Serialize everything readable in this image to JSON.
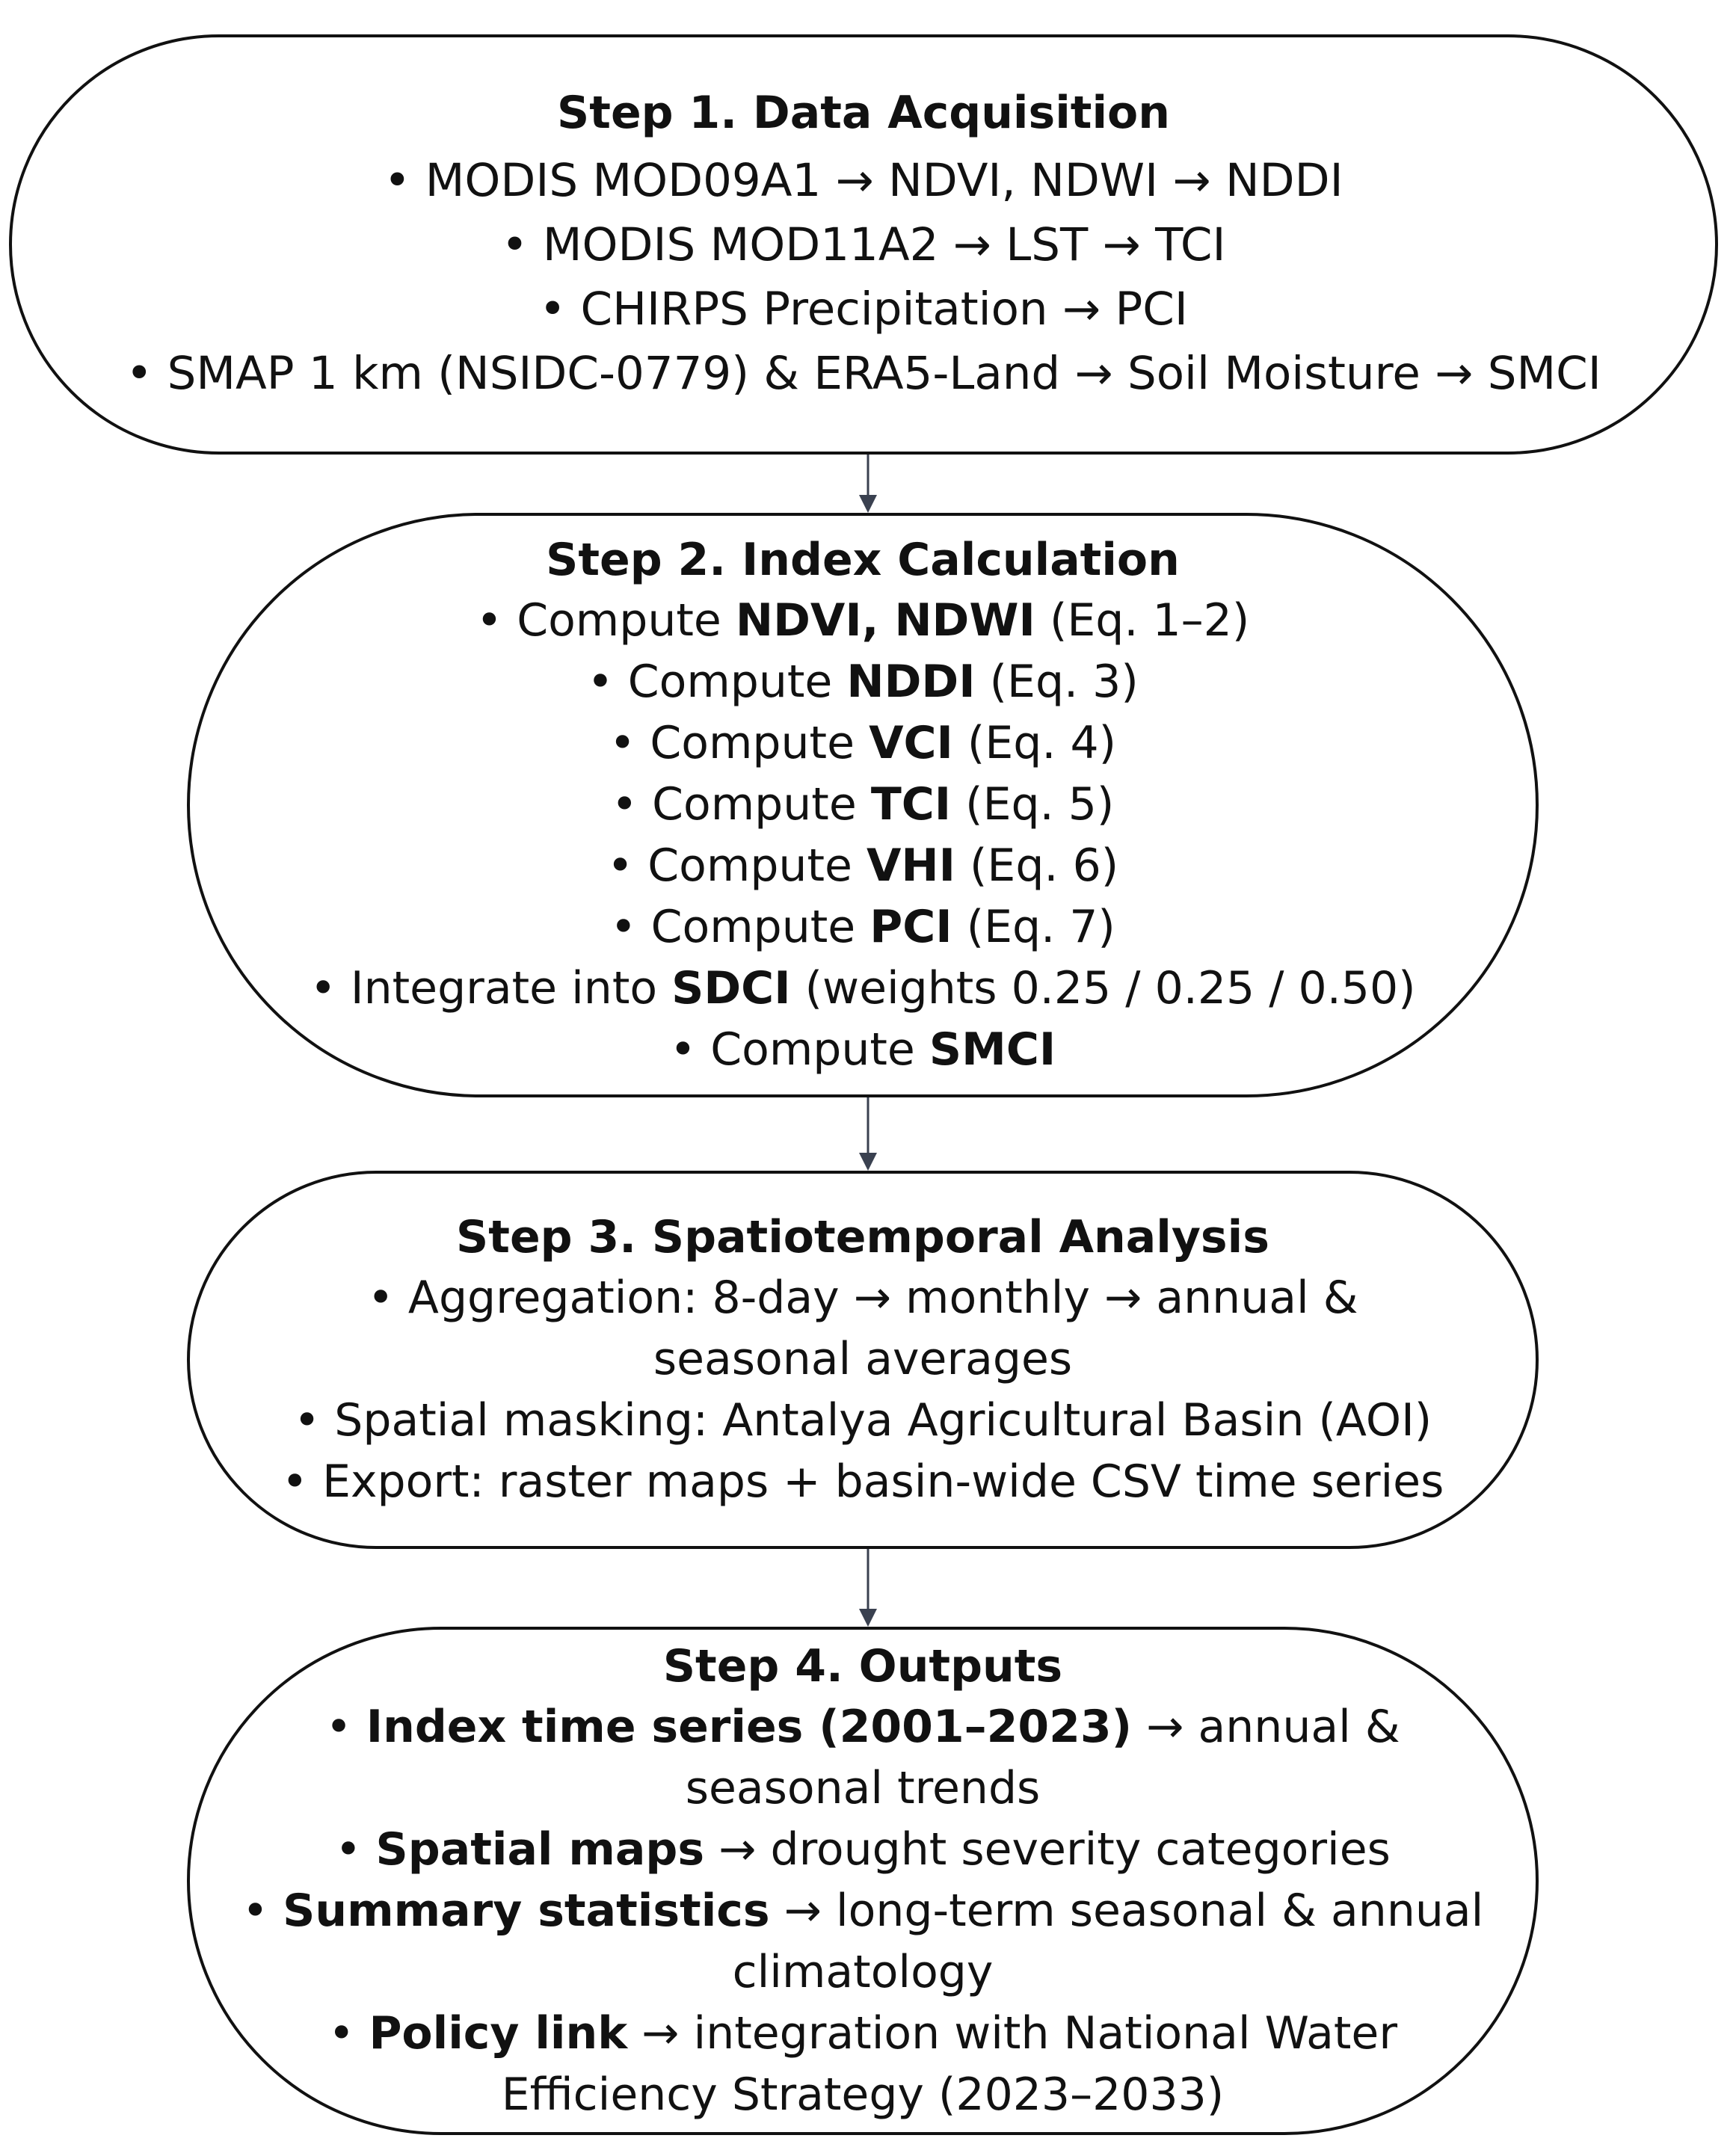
{
  "steps": [
    {
      "title": "Step 1. Data Acquisition",
      "lines": [
        {
          "pre": "• MODIS MOD09A1 → NDVI, NDWI → NDDI"
        },
        {
          "pre": "• MODIS MOD11A2 → LST → TCI"
        },
        {
          "pre": "• CHIRPS Precipitation → PCI"
        },
        {
          "pre": "• SMAP 1 km (NSIDC-0779) & ERA5-Land → Soil Moisture → SMCI"
        }
      ]
    },
    {
      "title": "Step 2. Index Calculation",
      "lines": [
        {
          "pre": "• Compute ",
          "bold": "NDVI, NDWI",
          "post": " (Eq. 1–2)"
        },
        {
          "pre": "• Compute ",
          "bold": "NDDI",
          "post": " (Eq. 3)"
        },
        {
          "pre": "• Compute ",
          "bold": "VCI",
          "post": " (Eq. 4)"
        },
        {
          "pre": "• Compute ",
          "bold": "TCI",
          "post": " (Eq. 5)"
        },
        {
          "pre": "• Compute ",
          "bold": "VHI",
          "post": " (Eq. 6)"
        },
        {
          "pre": "• Compute ",
          "bold": "PCI",
          "post": " (Eq. 7)"
        },
        {
          "pre": "• Integrate into ",
          "bold": "SDCI",
          "post": " (weights 0.25 / 0.25 / 0.50)"
        },
        {
          "pre": "• Compute ",
          "bold": "SMCI"
        }
      ]
    },
    {
      "title": "Step 3. Spatiotemporal Analysis",
      "lines": [
        {
          "pre": "• Aggregation: 8-day → monthly → annual &",
          "cont": "seasonal averages"
        },
        {
          "pre": "• Spatial masking: Antalya Agricultural Basin (AOI)"
        },
        {
          "pre": "• Export: raster maps + basin-wide CSV time series"
        }
      ]
    },
    {
      "title": "Step 4. Outputs",
      "lines": [
        {
          "pre": "• ",
          "bold": "Index time series (2001–2023)",
          "post": " → annual &",
          "cont": "seasonal trends"
        },
        {
          "pre": "• ",
          "bold": "Spatial maps",
          "post": " → drought severity categories"
        },
        {
          "pre": "• ",
          "bold": "Summary statistics",
          "post": " → long-term seasonal & annual",
          "cont": "climatology"
        },
        {
          "pre": "• ",
          "bold": "Policy link",
          "post": " → integration with National Water",
          "cont": "Efficiency Strategy (2023–2033)"
        }
      ]
    }
  ],
  "colors": {
    "stroke": "#111111",
    "arrow": "#3a4150",
    "background": "#ffffff"
  }
}
